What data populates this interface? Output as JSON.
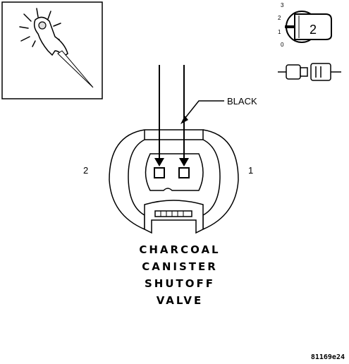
{
  "wire_label": "BLACK",
  "pin_left": "2",
  "pin_right": "1",
  "title_lines": [
    "CHARCOAL",
    "CANISTER",
    "SHUTOFF",
    "VALVE"
  ],
  "ignition": {
    "position_labels": [
      "3",
      "2",
      "1",
      "0"
    ],
    "key_position": "2"
  },
  "figure_code": "81169e24",
  "icons": [
    "test-light-probe-icon",
    "ignition-key-icon",
    "connector-disconnected-icon"
  ]
}
